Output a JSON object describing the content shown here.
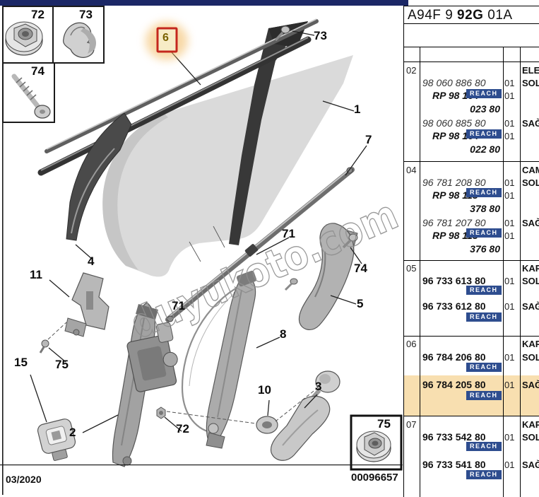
{
  "header": {
    "code_prefix": "A94F 9 ",
    "code_bold": "92G",
    "code_suffix": " 01A"
  },
  "footer": {
    "date": "03/2020",
    "image_number": "00096657"
  },
  "watermark": "duyukoto.com",
  "diagram": {
    "inset_labels": {
      "nut_left": "72",
      "clip": "73",
      "screw": "74",
      "nut_right": "75"
    },
    "callouts": [
      {
        "label": "6"
      },
      {
        "label": "73"
      },
      {
        "label": "1"
      },
      {
        "label": "7"
      },
      {
        "label": "71"
      },
      {
        "label": "74"
      },
      {
        "label": "5"
      },
      {
        "label": "71"
      },
      {
        "label": "4"
      },
      {
        "label": "11"
      },
      {
        "label": "8"
      },
      {
        "label": "75"
      },
      {
        "label": "15"
      },
      {
        "label": "10"
      },
      {
        "label": "3"
      },
      {
        "label": "2"
      },
      {
        "label": "72"
      }
    ]
  },
  "table": {
    "reach": "REACH",
    "rows": [
      {
        "ref": "02",
        "title": "ELEK",
        "parts": [
          {
            "number": "98 060 886 80",
            "qty": "01",
            "side": "SOL",
            "rp_a": "RP 98 164",
            "rp_qty": "01",
            "rp_b": "023 80"
          },
          {
            "number": "98 060 885 80",
            "qty": "01",
            "side": "SAĞ",
            "rp_a": "RP 98 164",
            "rp_qty": "01",
            "rp_b": "022 80"
          }
        ]
      },
      {
        "ref": "04",
        "title": "CAM",
        "parts": [
          {
            "number": "96 781 208 80",
            "qty": "01",
            "side": "SOL",
            "rp_a": "RP 98 113",
            "rp_qty": "01",
            "rp_b": "378 80"
          },
          {
            "number": "96 781 207 80",
            "qty": "01",
            "side": "SAĞ",
            "rp_a": "RP 98 113",
            "rp_qty": "01",
            "rp_b": "376 80"
          }
        ]
      },
      {
        "ref": "05",
        "title": "KAP",
        "parts": [
          {
            "number": "96 733 613 80",
            "qty": "01",
            "side": "SOL"
          },
          {
            "number": "96 733 612 80",
            "qty": "01",
            "side": "SAĞ"
          }
        ]
      },
      {
        "ref": "06",
        "title": "KAP",
        "parts": [
          {
            "number": "96 784 206 80",
            "qty": "01",
            "side": "SOL"
          },
          {
            "number": "96 784 205 80",
            "qty": "01",
            "side": "SAĞ",
            "highlighted": true
          }
        ]
      },
      {
        "ref": "07",
        "title": "KAP",
        "parts": [
          {
            "number": "96 733 542 80",
            "qty": "01",
            "side": "SOL"
          },
          {
            "number": "96 733 541 80",
            "qty": "01",
            "side": "SAĞ"
          }
        ]
      }
    ]
  }
}
